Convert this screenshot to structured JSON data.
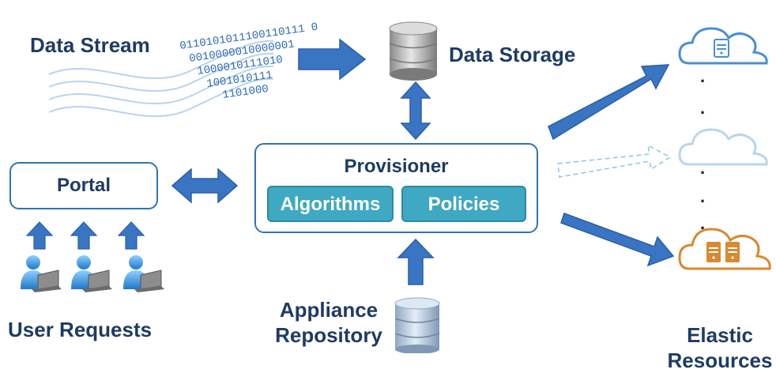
{
  "labels": {
    "data_stream": "Data Stream",
    "data_storage": "Data Storage",
    "user_requests": "User Requests",
    "appliance_repository": "Appliance Repository",
    "elastic_resources": "Elastic Resources",
    "portal": "Portal",
    "provisioner": "Provisioner",
    "algorithms": "Algorithms",
    "policies": "Policies"
  },
  "binary_lines": [
    "0110101011100110111 0",
    "0010000010000001",
    "1000010111010",
    "1001010111",
    "1101000"
  ],
  "ellipsis": ".",
  "colors": {
    "arrow_fill": "#3a75c4",
    "arrow_stroke": "#2a5fa8",
    "title_text": "#1f3b63",
    "box_border": "#2e74b5",
    "pill_fill": "#3fa8c2",
    "cloud_blue": "#4a8fd0",
    "cloud_faint": "#b8d6ea",
    "cloud_orange": "#d9892f",
    "binary_text": "#2a68b8"
  },
  "icons": [
    "database-icon",
    "cloud-icon",
    "server-icon",
    "user-laptop-icon"
  ]
}
